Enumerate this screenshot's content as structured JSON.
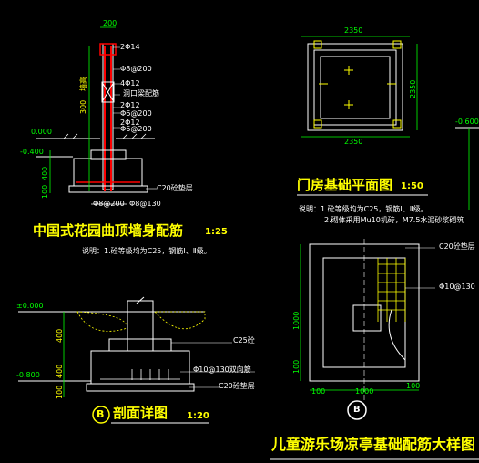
{
  "colors": {
    "background": "#000000",
    "title": "#ffff00",
    "dimension": "#00ff00",
    "outline": "#ffffff",
    "rebar": "#ff0000",
    "note": "#ffffff"
  },
  "drawing1": {
    "title": "中国式花园曲顶墙身配筋",
    "scale": "1:25",
    "note": "说明：1.砼等级均为C25，钢筋Ⅰ、Ⅱ级。",
    "dims": {
      "top_width": "200",
      "wall_height": "墙高",
      "d300": "300",
      "d400": "400",
      "d100": "100"
    },
    "levels": {
      "ground": "0.000",
      "foundation": "-0.400"
    },
    "labels": {
      "l1": "2Φ14",
      "l2": "Φ8@200",
      "l3": "4Φ12",
      "l4": "洞口梁配筋",
      "l5": "2Φ12",
      "l6": "Φ6@200",
      "l7": "2Φ12",
      "l8": "Φ6@200",
      "pad": "C20砼垫层",
      "bot1": "Φ8@200",
      "bot2": "Φ8@130"
    }
  },
  "drawing2": {
    "title": "门房基础平面图",
    "scale": "1:50",
    "notes": [
      "说明：1.砼等级均为C25，钢筋Ⅰ、Ⅱ级。",
      "2.砌体采用Mu10机砖，M7.5水泥砂浆砌筑"
    ],
    "dims": {
      "top": "2350",
      "side": "2350",
      "bottom": "2350"
    }
  },
  "drawing3": {
    "label_ground": "-0.600"
  },
  "drawing4": {
    "badge": "B",
    "title": "剖面详图",
    "scale": "1:20",
    "levels": {
      "top": "±0.000",
      "bottom": "-0.800"
    },
    "dims": {
      "d1": "400",
      "d2": "400",
      "d3": "100"
    },
    "labels": {
      "concrete": "C25砼",
      "rebar": "Φ10@130双向筋",
      "pad": "C20砼垫层"
    }
  },
  "drawing5": {
    "title": "儿童游乐场凉亭基础配筋大样图",
    "badge": "B",
    "labels": {
      "pad": "C20砼垫层",
      "rebar": "Φ10@130"
    },
    "dims": {
      "left_v1": "1000",
      "left_v2": "100",
      "bot1": "100",
      "bot2": "1000",
      "bot3": "100"
    }
  }
}
